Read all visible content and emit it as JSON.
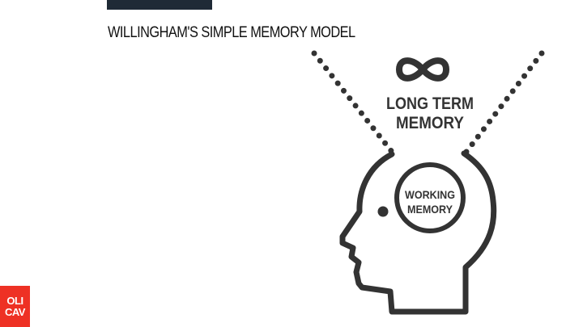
{
  "slide": {
    "title": "WILLINGHAM'S SIMPLE MEMORY MODEL"
  },
  "diagram": {
    "long_term_memory": {
      "icon": "infinity-icon",
      "line1": "LONG TERM",
      "line2": "MEMORY"
    },
    "working_memory": {
      "line1": "WORKING",
      "line2": "MEMORY"
    },
    "stroke_color": "#333333"
  },
  "logo": {
    "line1": "OLI",
    "line2": "CAV",
    "color": "#ee3124"
  }
}
